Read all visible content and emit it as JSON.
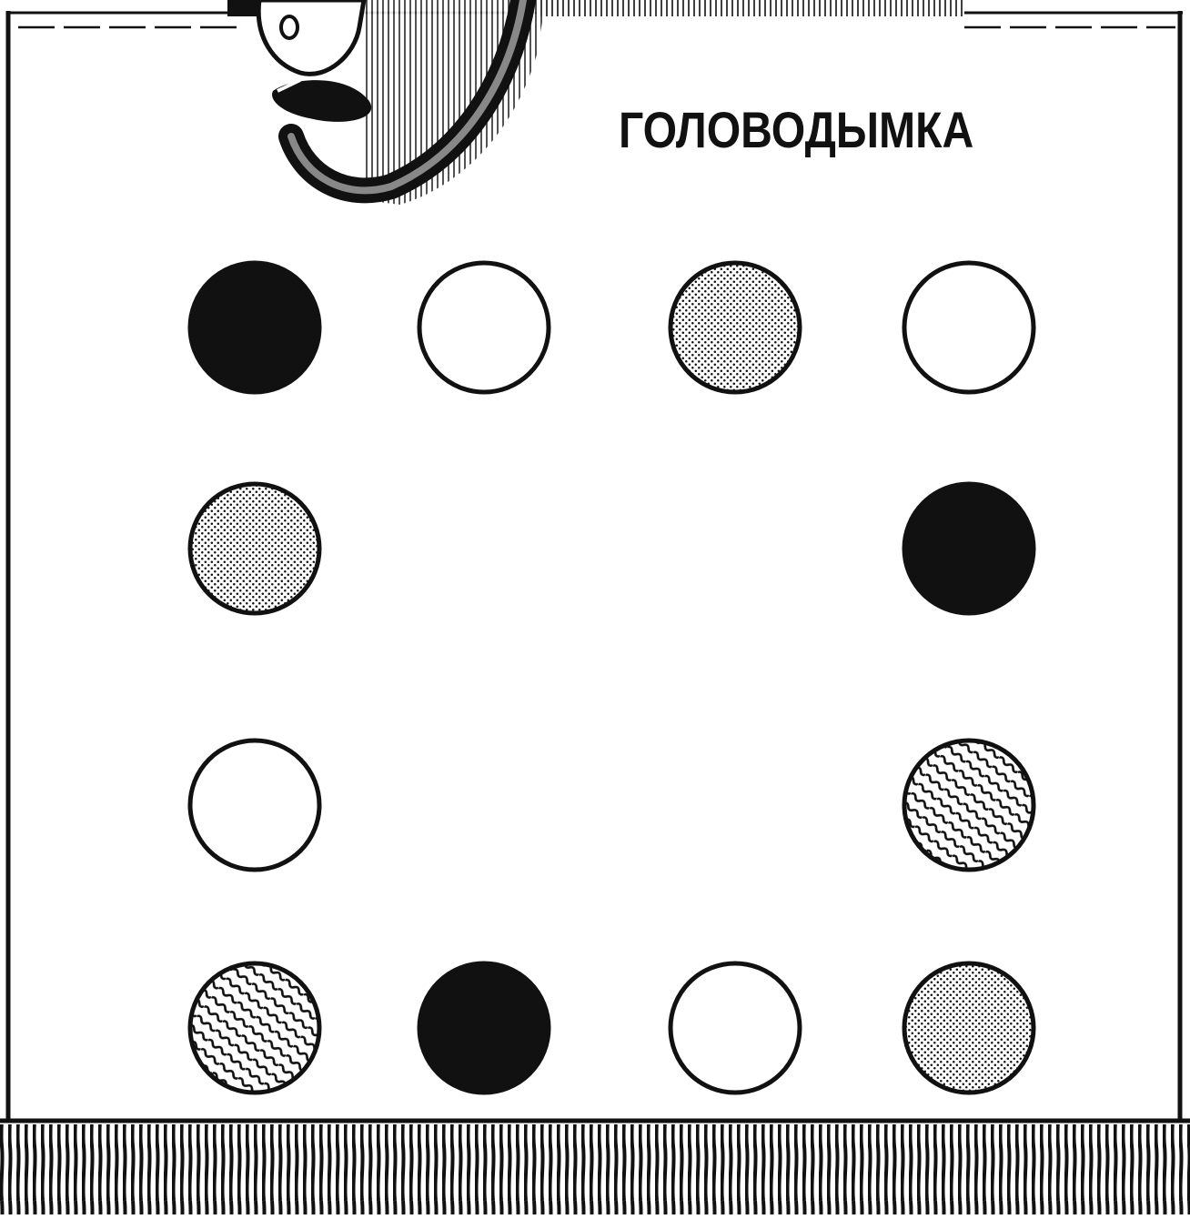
{
  "puzzle": {
    "title": "ГОЛОВОДЫМКА"
  },
  "colors": {
    "ink": "#111111",
    "paper": "#ffffff"
  },
  "board": {
    "rows": [
      [
        "black",
        "white",
        "dotted",
        "white"
      ],
      [
        "dotted",
        null,
        null,
        "black"
      ],
      [
        "white",
        null,
        null,
        "wavy"
      ],
      [
        "wavy",
        "black",
        "white",
        "dotted"
      ]
    ]
  },
  "decor": {
    "top_illustration": "cartoon-character-with-hose",
    "bottom_fringe": "vertical-hatching"
  }
}
